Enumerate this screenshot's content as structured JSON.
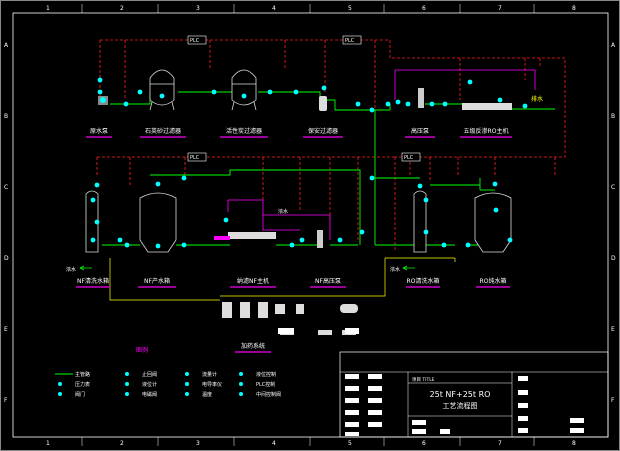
{
  "grid": {
    "columns": [
      "1",
      "2",
      "3",
      "4",
      "5",
      "6",
      "7",
      "8"
    ],
    "rows": [
      "A",
      "B",
      "C",
      "D",
      "E",
      "F"
    ]
  },
  "plc": [
    "PLC",
    "PLC",
    "PLC",
    "PLC"
  ],
  "upper_labels": [
    "原水泵",
    "石英砂过滤器",
    "活性炭过滤器",
    "保安过滤器",
    "高压泵",
    "五级反渗RO主机"
  ],
  "lower_labels": [
    "NF清洗水箱",
    "NF产水箱",
    "纳滤NF主机",
    "NF高压泵",
    "RO清洗水箱",
    "RO纯水箱"
  ],
  "lower_small": [
    "浓水",
    "浓水",
    "浓水"
  ],
  "bottom_labels": [
    "加药系统"
  ],
  "tag": "排水",
  "legend": {
    "title": "图例",
    "items": [
      "主管路",
      "压力表",
      "阀门",
      "止回阀",
      "液位计",
      "电磁阀",
      "流量计",
      "电导率仪",
      "温度",
      "液位控制",
      "PLC控制",
      "中间控制阀"
    ]
  },
  "title_block": {
    "project_label": "项目 TITLE",
    "name_line1": "25t NF+25t RO",
    "name_line2": "工艺流程图"
  },
  "colors": {
    "background": "#000000",
    "frame": "#ffffff",
    "pipe": "#00ff00",
    "control": "#ff2020",
    "instrument": "#00ffff",
    "concentrate": "#ff00ff",
    "chemical": "#ffff00",
    "label_underline": "#cc00cc"
  }
}
